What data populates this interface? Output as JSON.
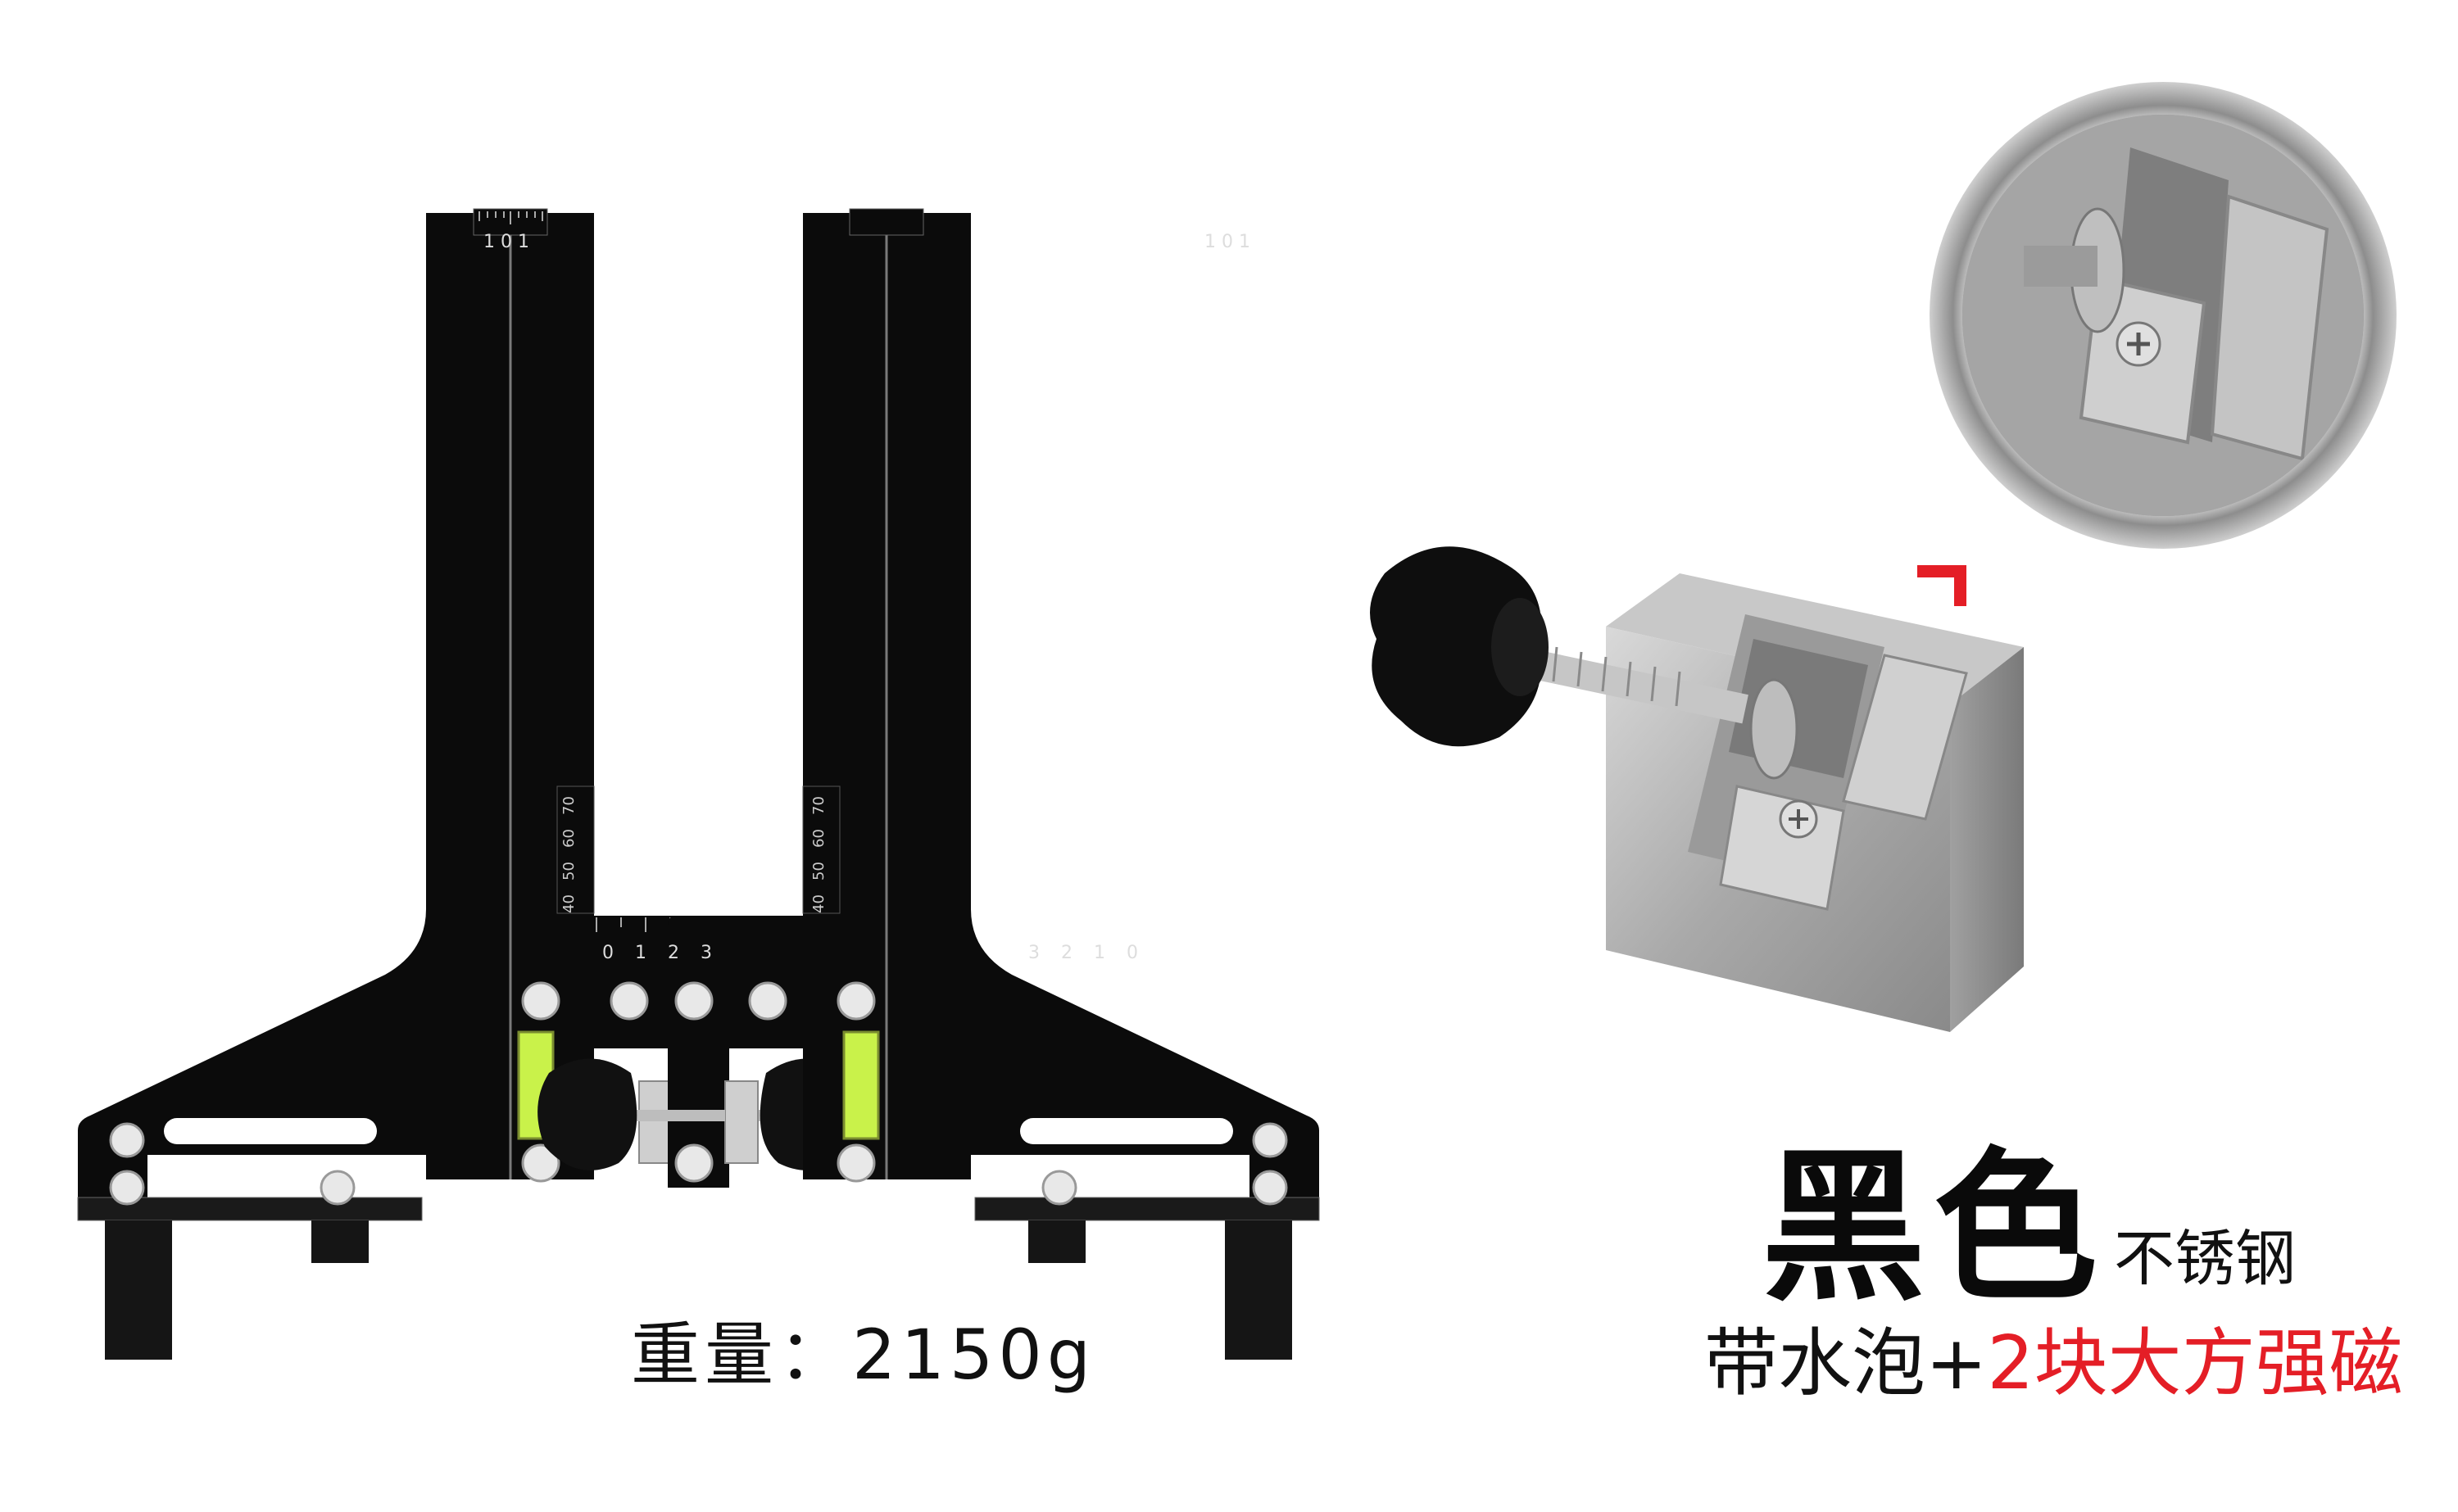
{
  "product": {
    "weight_text": "重量：2150g",
    "color_name": "黑色",
    "material": "不锈钢",
    "feature_prefix": "带水泡+",
    "feature_highlight": "2块大方强磁"
  },
  "ruler_marks": {
    "top_left": "1 0 1",
    "top_right": "1 0 1",
    "left_arm": [
      "0",
      "1",
      "2",
      "3"
    ],
    "right_arm": [
      "3",
      "2",
      "1",
      "0"
    ],
    "left_vertical": [
      "40",
      "50",
      "60",
      "70"
    ],
    "right_vertical": [
      "40",
      "50",
      "60",
      "70"
    ]
  },
  "colors": {
    "jig_body": "#0b0b0b",
    "highlight_red": "#e41e26",
    "level_vial": "#c9f24a",
    "steel": "#b8b8b8"
  },
  "icons": [
    "knob-icon",
    "level-vial-icon",
    "magnet-clamp-icon",
    "screw-icon",
    "zoom-circle-icon"
  ]
}
